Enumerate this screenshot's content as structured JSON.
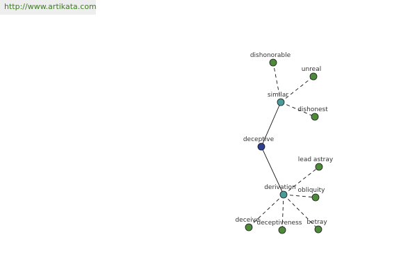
{
  "site": {
    "url_text": "http://www.artikata.com"
  },
  "graph": {
    "colors": {
      "root": "#2e3f8f",
      "hub": "#4a9a9a",
      "leaf": "#4f8a3c",
      "edge": "#111111"
    },
    "nodes": [
      {
        "id": "deceptive",
        "label": "deceptive",
        "kind": "root"
      },
      {
        "id": "similar",
        "label": "similar",
        "kind": "hub"
      },
      {
        "id": "derivation",
        "label": "derivation",
        "kind": "hub"
      },
      {
        "id": "dishonorable",
        "label": "dishonorable",
        "kind": "leaf"
      },
      {
        "id": "unreal",
        "label": "unreal",
        "kind": "leaf"
      },
      {
        "id": "dishonest",
        "label": "dishonest",
        "kind": "leaf"
      },
      {
        "id": "lead-astray",
        "label": "lead astray",
        "kind": "leaf"
      },
      {
        "id": "obliquity",
        "label": "obliquity",
        "kind": "leaf"
      },
      {
        "id": "deceive",
        "label": "deceive",
        "kind": "leaf"
      },
      {
        "id": "deceptiveness",
        "label": "deceptiveness",
        "kind": "leaf"
      },
      {
        "id": "betray",
        "label": "betray",
        "kind": "leaf"
      }
    ],
    "edges": [
      {
        "from": "deceptive",
        "to": "similar",
        "style": "solid"
      },
      {
        "from": "deceptive",
        "to": "derivation",
        "style": "solid"
      },
      {
        "from": "similar",
        "to": "dishonorable",
        "style": "dashed"
      },
      {
        "from": "similar",
        "to": "unreal",
        "style": "dashed"
      },
      {
        "from": "similar",
        "to": "dishonest",
        "style": "dashed"
      },
      {
        "from": "derivation",
        "to": "lead-astray",
        "style": "dashed"
      },
      {
        "from": "derivation",
        "to": "obliquity",
        "style": "dashed"
      },
      {
        "from": "derivation",
        "to": "deceive",
        "style": "dashed"
      },
      {
        "from": "derivation",
        "to": "deceptiveness",
        "style": "dashed"
      },
      {
        "from": "derivation",
        "to": "betray",
        "style": "dashed"
      }
    ]
  }
}
